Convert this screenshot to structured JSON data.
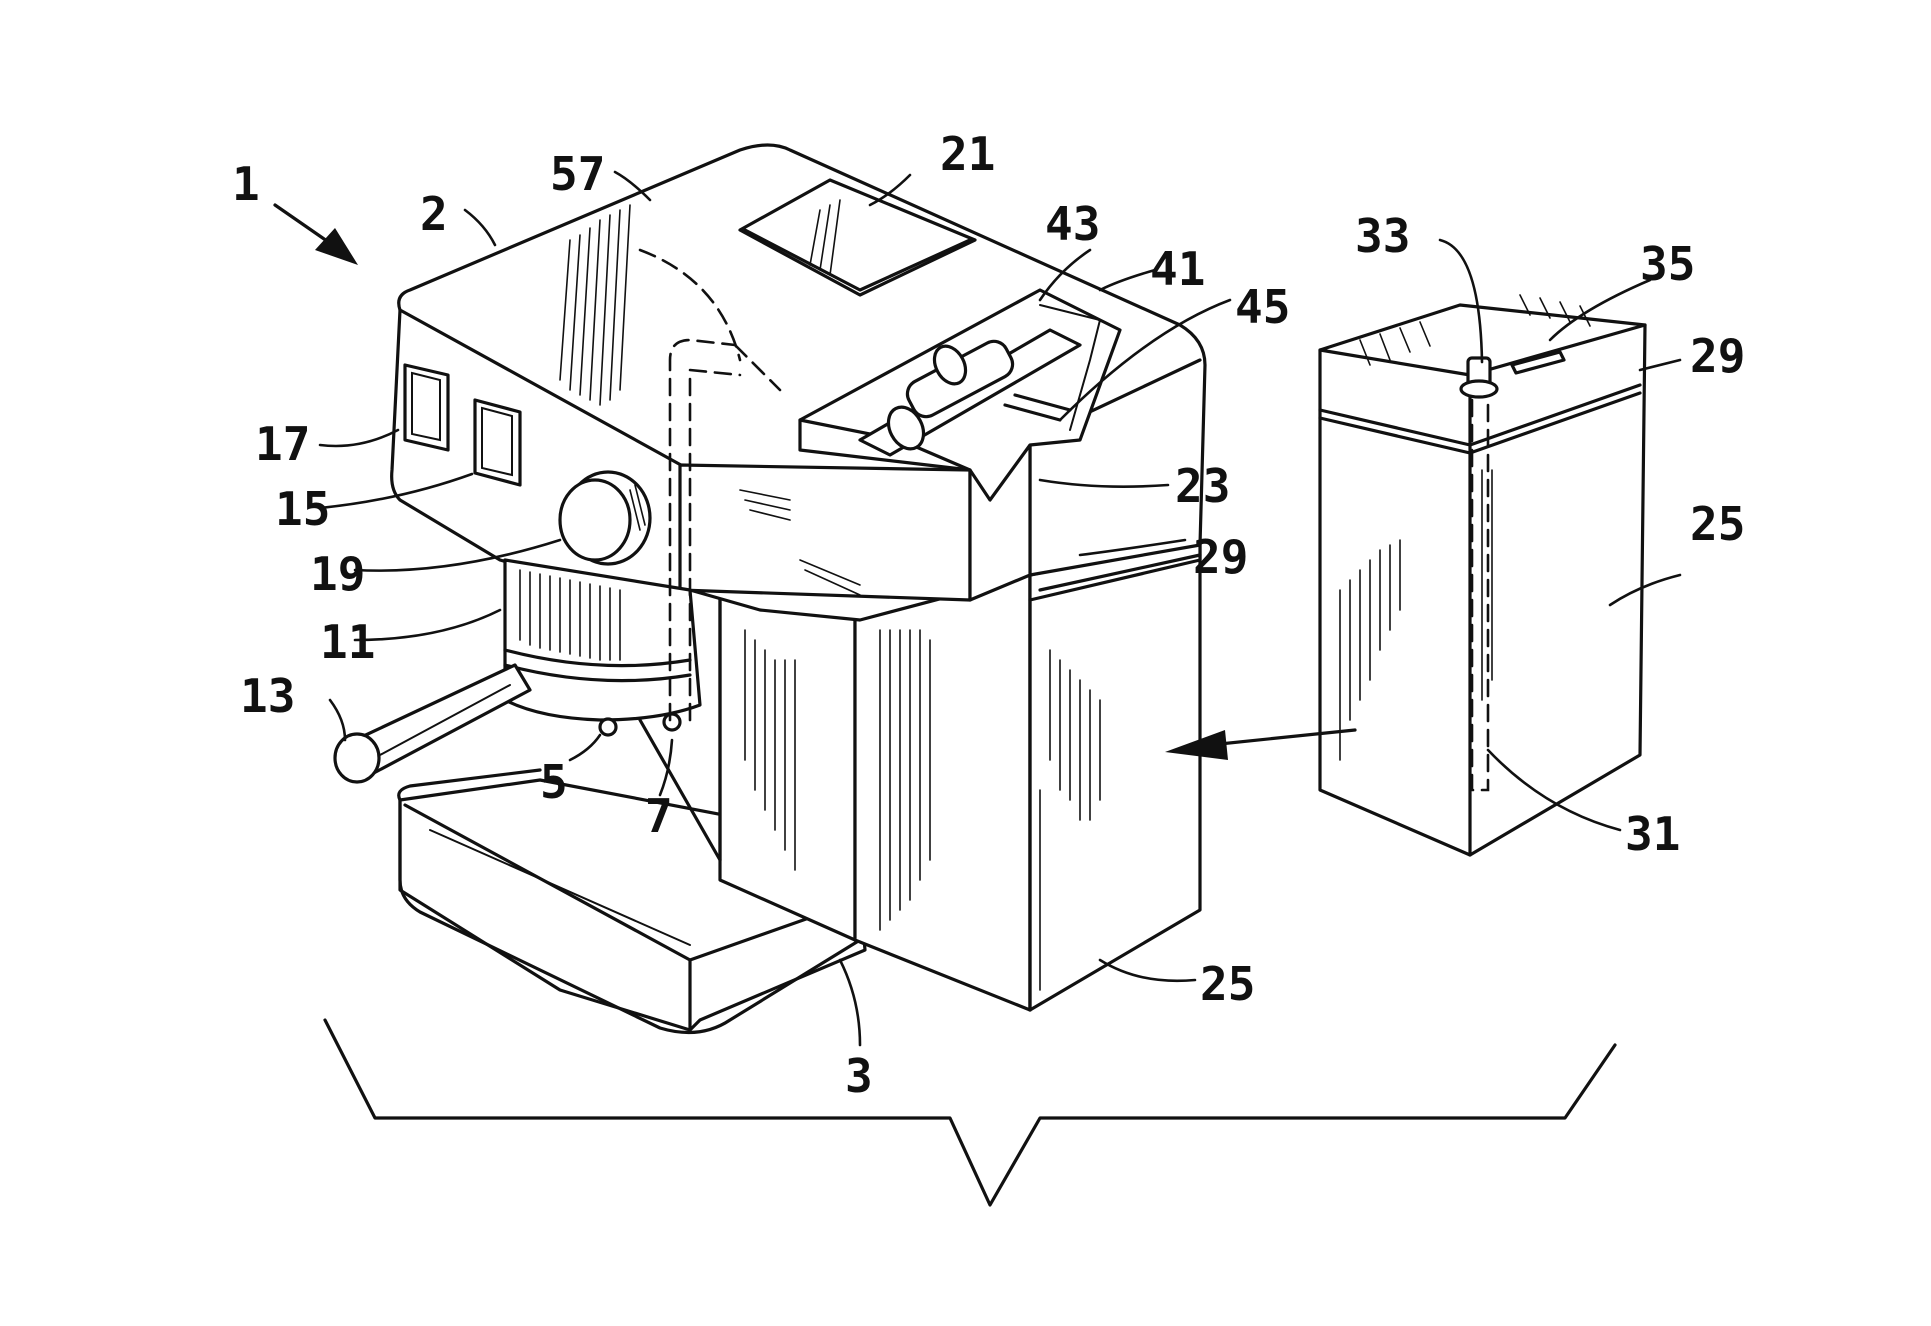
{
  "labels": {
    "machine": "1",
    "housing": "2",
    "drip_tray": "3",
    "outlet_a": "5",
    "outlet_b": "7",
    "brew_group": "11",
    "handle": "13",
    "switch_a": "15",
    "switch_b": "17",
    "knob": "19",
    "lid": "21",
    "tank_handle": "23",
    "tank_front": "25",
    "tank_side": "25",
    "tank_lid_front": "29",
    "tank_lid_side": "29",
    "dip_tube": "31",
    "connector": "33",
    "slot": "35",
    "pump_a": "41",
    "pump_b": "43",
    "pump_c": "45",
    "duct": "57"
  },
  "colors": {
    "ink": "#111111",
    "paper": "#ffffff"
  }
}
